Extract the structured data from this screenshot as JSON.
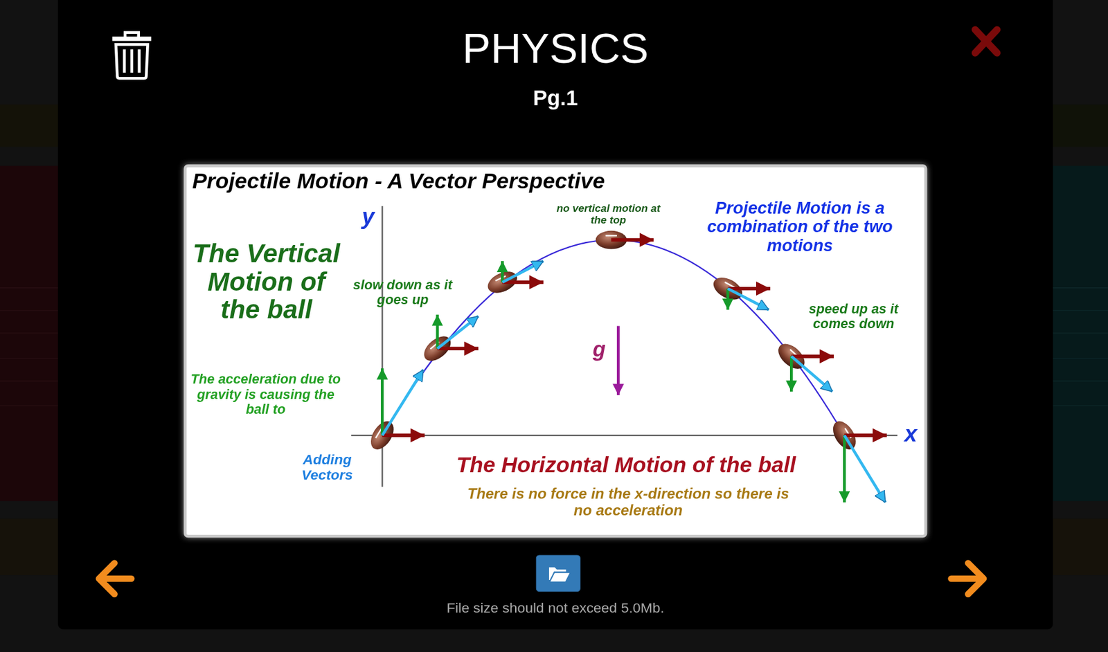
{
  "diagram": {
    "title": "PHYSICS",
    "labels": [
      "Pg.1",
      "Projectile Motion - A Vector Perspective",
      "y",
      "no vertical motion at the top",
      "Projectile Motion is a combination of the two motions",
      "The Vertical Motion of the ball",
      "slow down as it goes up",
      "g",
      "speed up as it comes down",
      "The acceleration due to gravity is causing the ball to",
      "Adding Vectors",
      "x",
      "The Horizontal Motion of the ball",
      "There is no force in the x-direction so there is no acceleration",
      "File size should not exceed 5.0Mb."
    ]
  }
}
